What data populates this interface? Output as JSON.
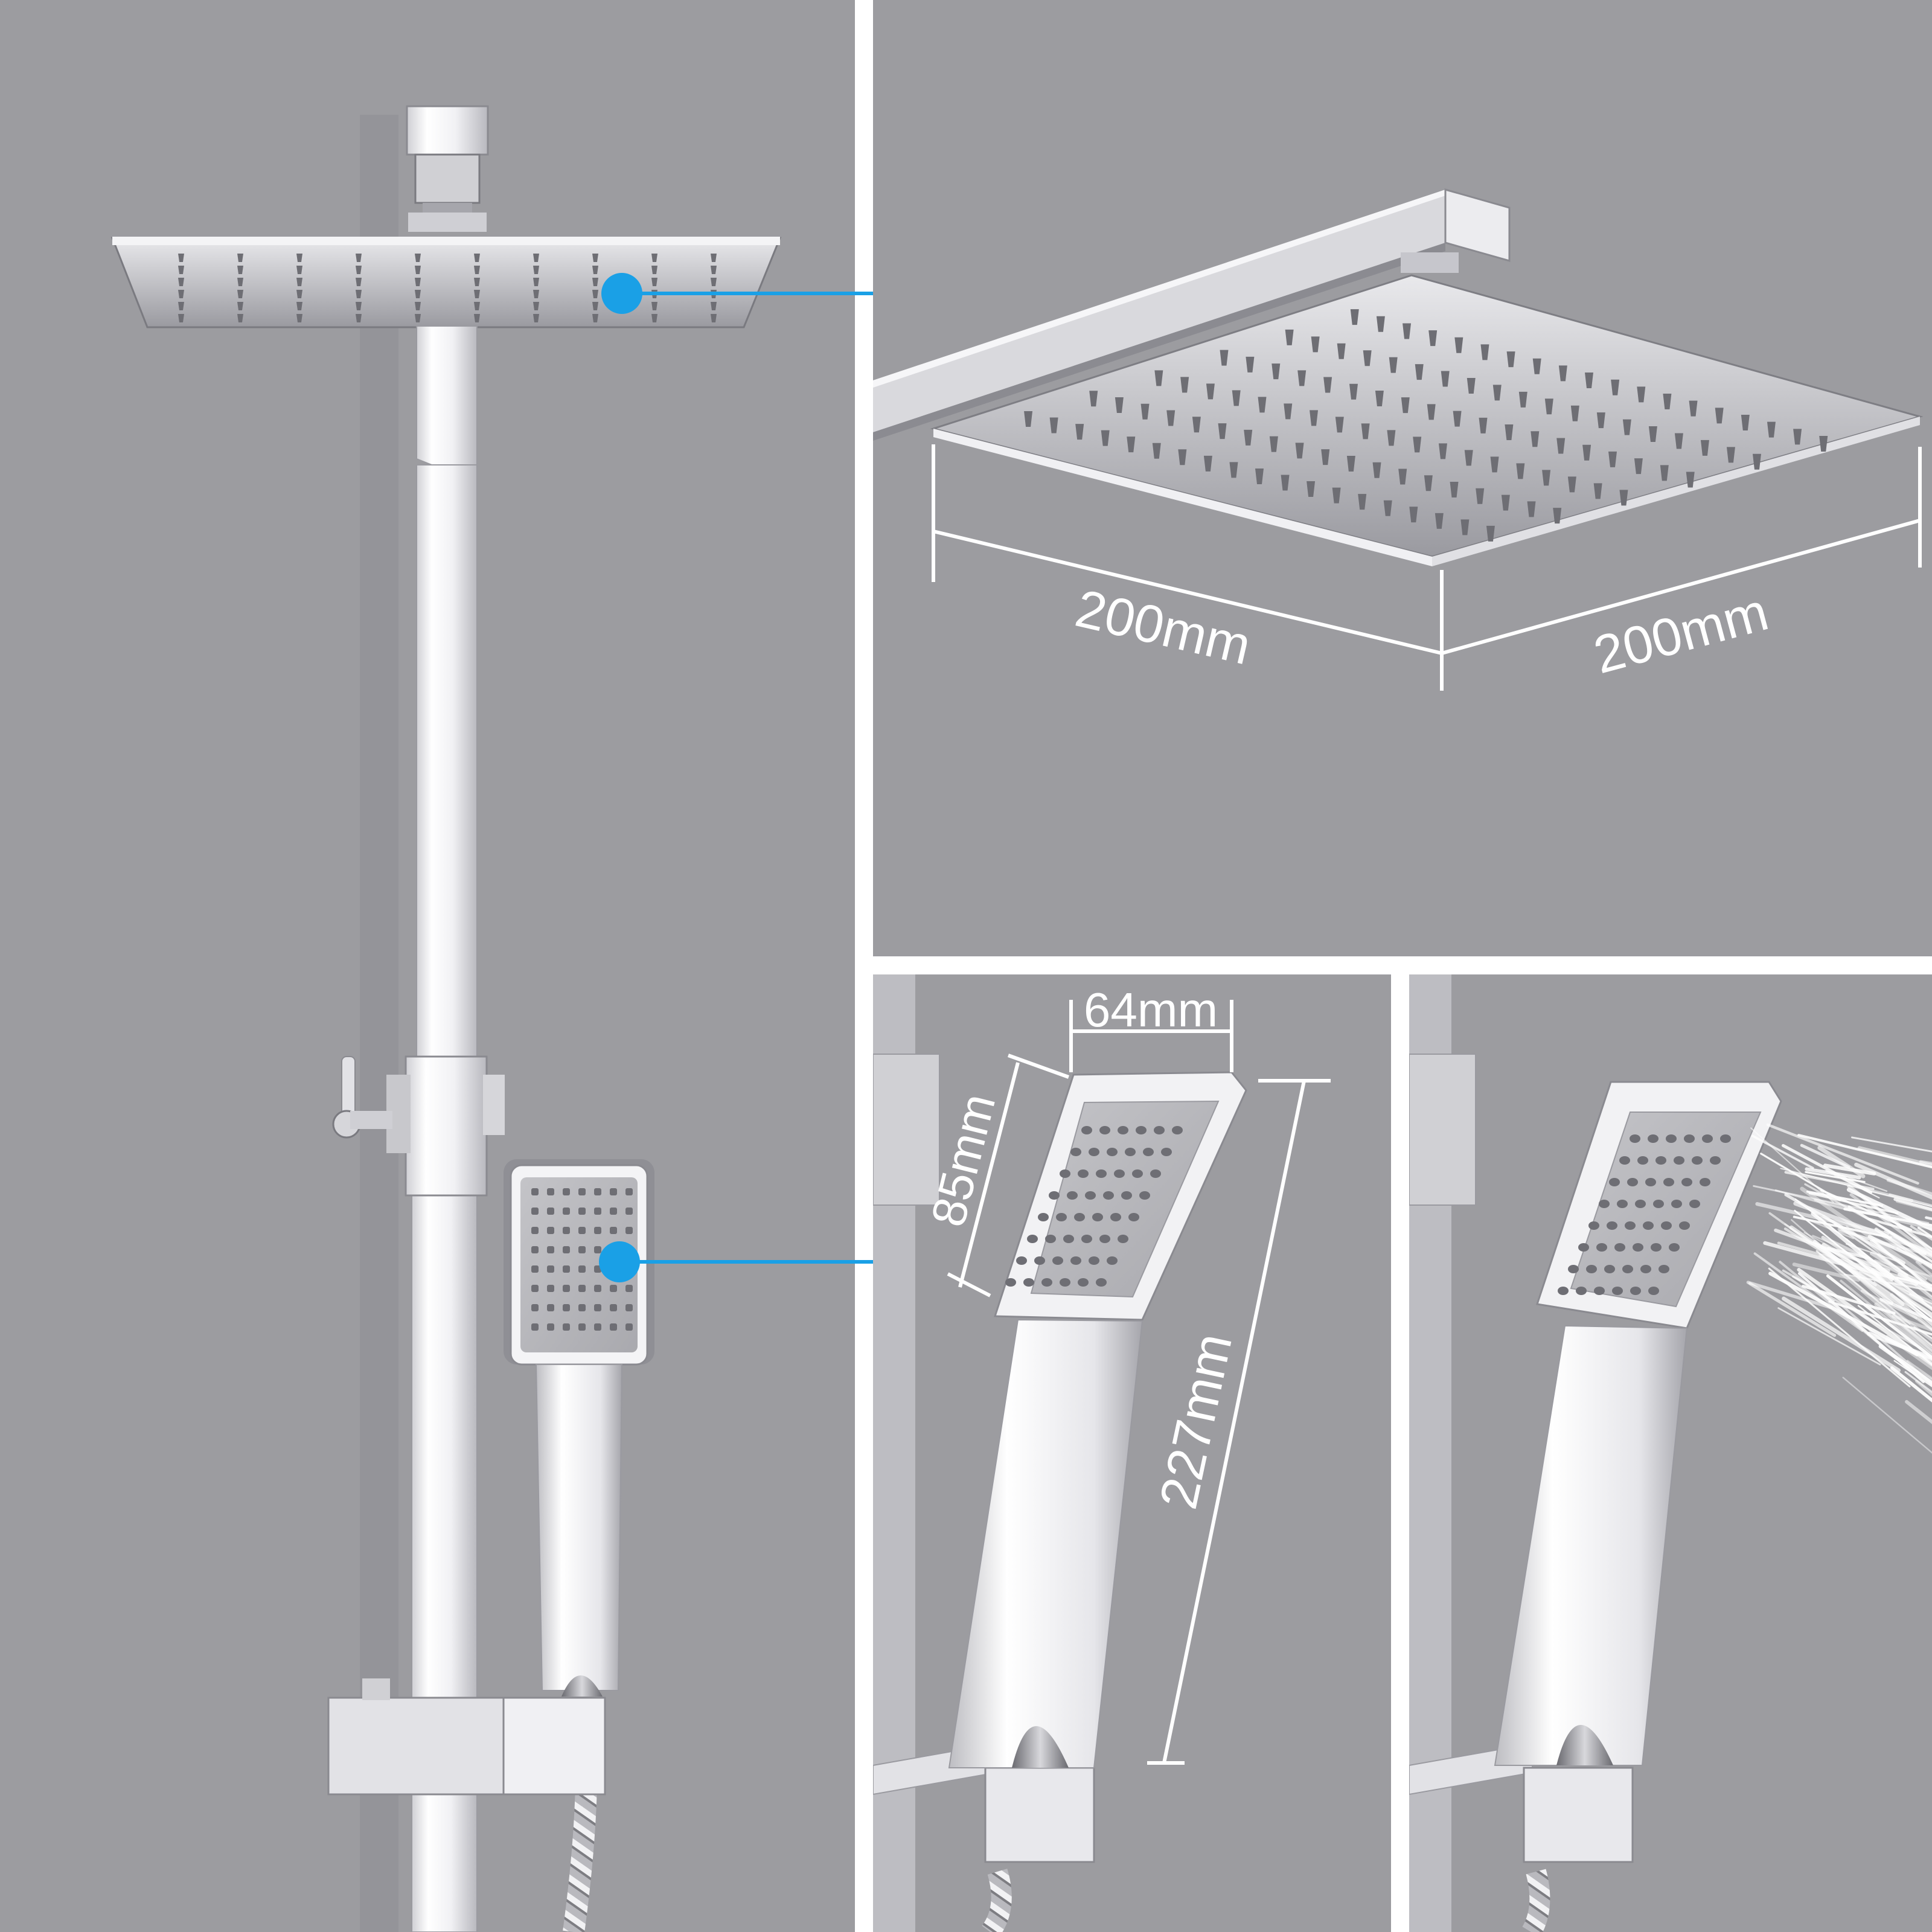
{
  "colors": {
    "background": "#9c9ca0",
    "divider": "#ffffff",
    "callout": "#1aa0e6",
    "chrome_light": "#f4f4f6",
    "chrome_mid": "#d8d8dc",
    "chrome_dark": "#7c7c82",
    "nozzle": "#6e6e74"
  },
  "panels": {
    "overview": {
      "name": "full-shower-system"
    },
    "rain_head": {
      "name": "rain-shower-head-closeup",
      "width_label": "200mm",
      "depth_label": "200mm"
    },
    "hand_shower": {
      "name": "hand-shower-dimensions",
      "face_width_label": "64mm",
      "face_height_label": "85mm",
      "length_label": "227mm"
    },
    "spray": {
      "name": "hand-shower-spray"
    }
  }
}
